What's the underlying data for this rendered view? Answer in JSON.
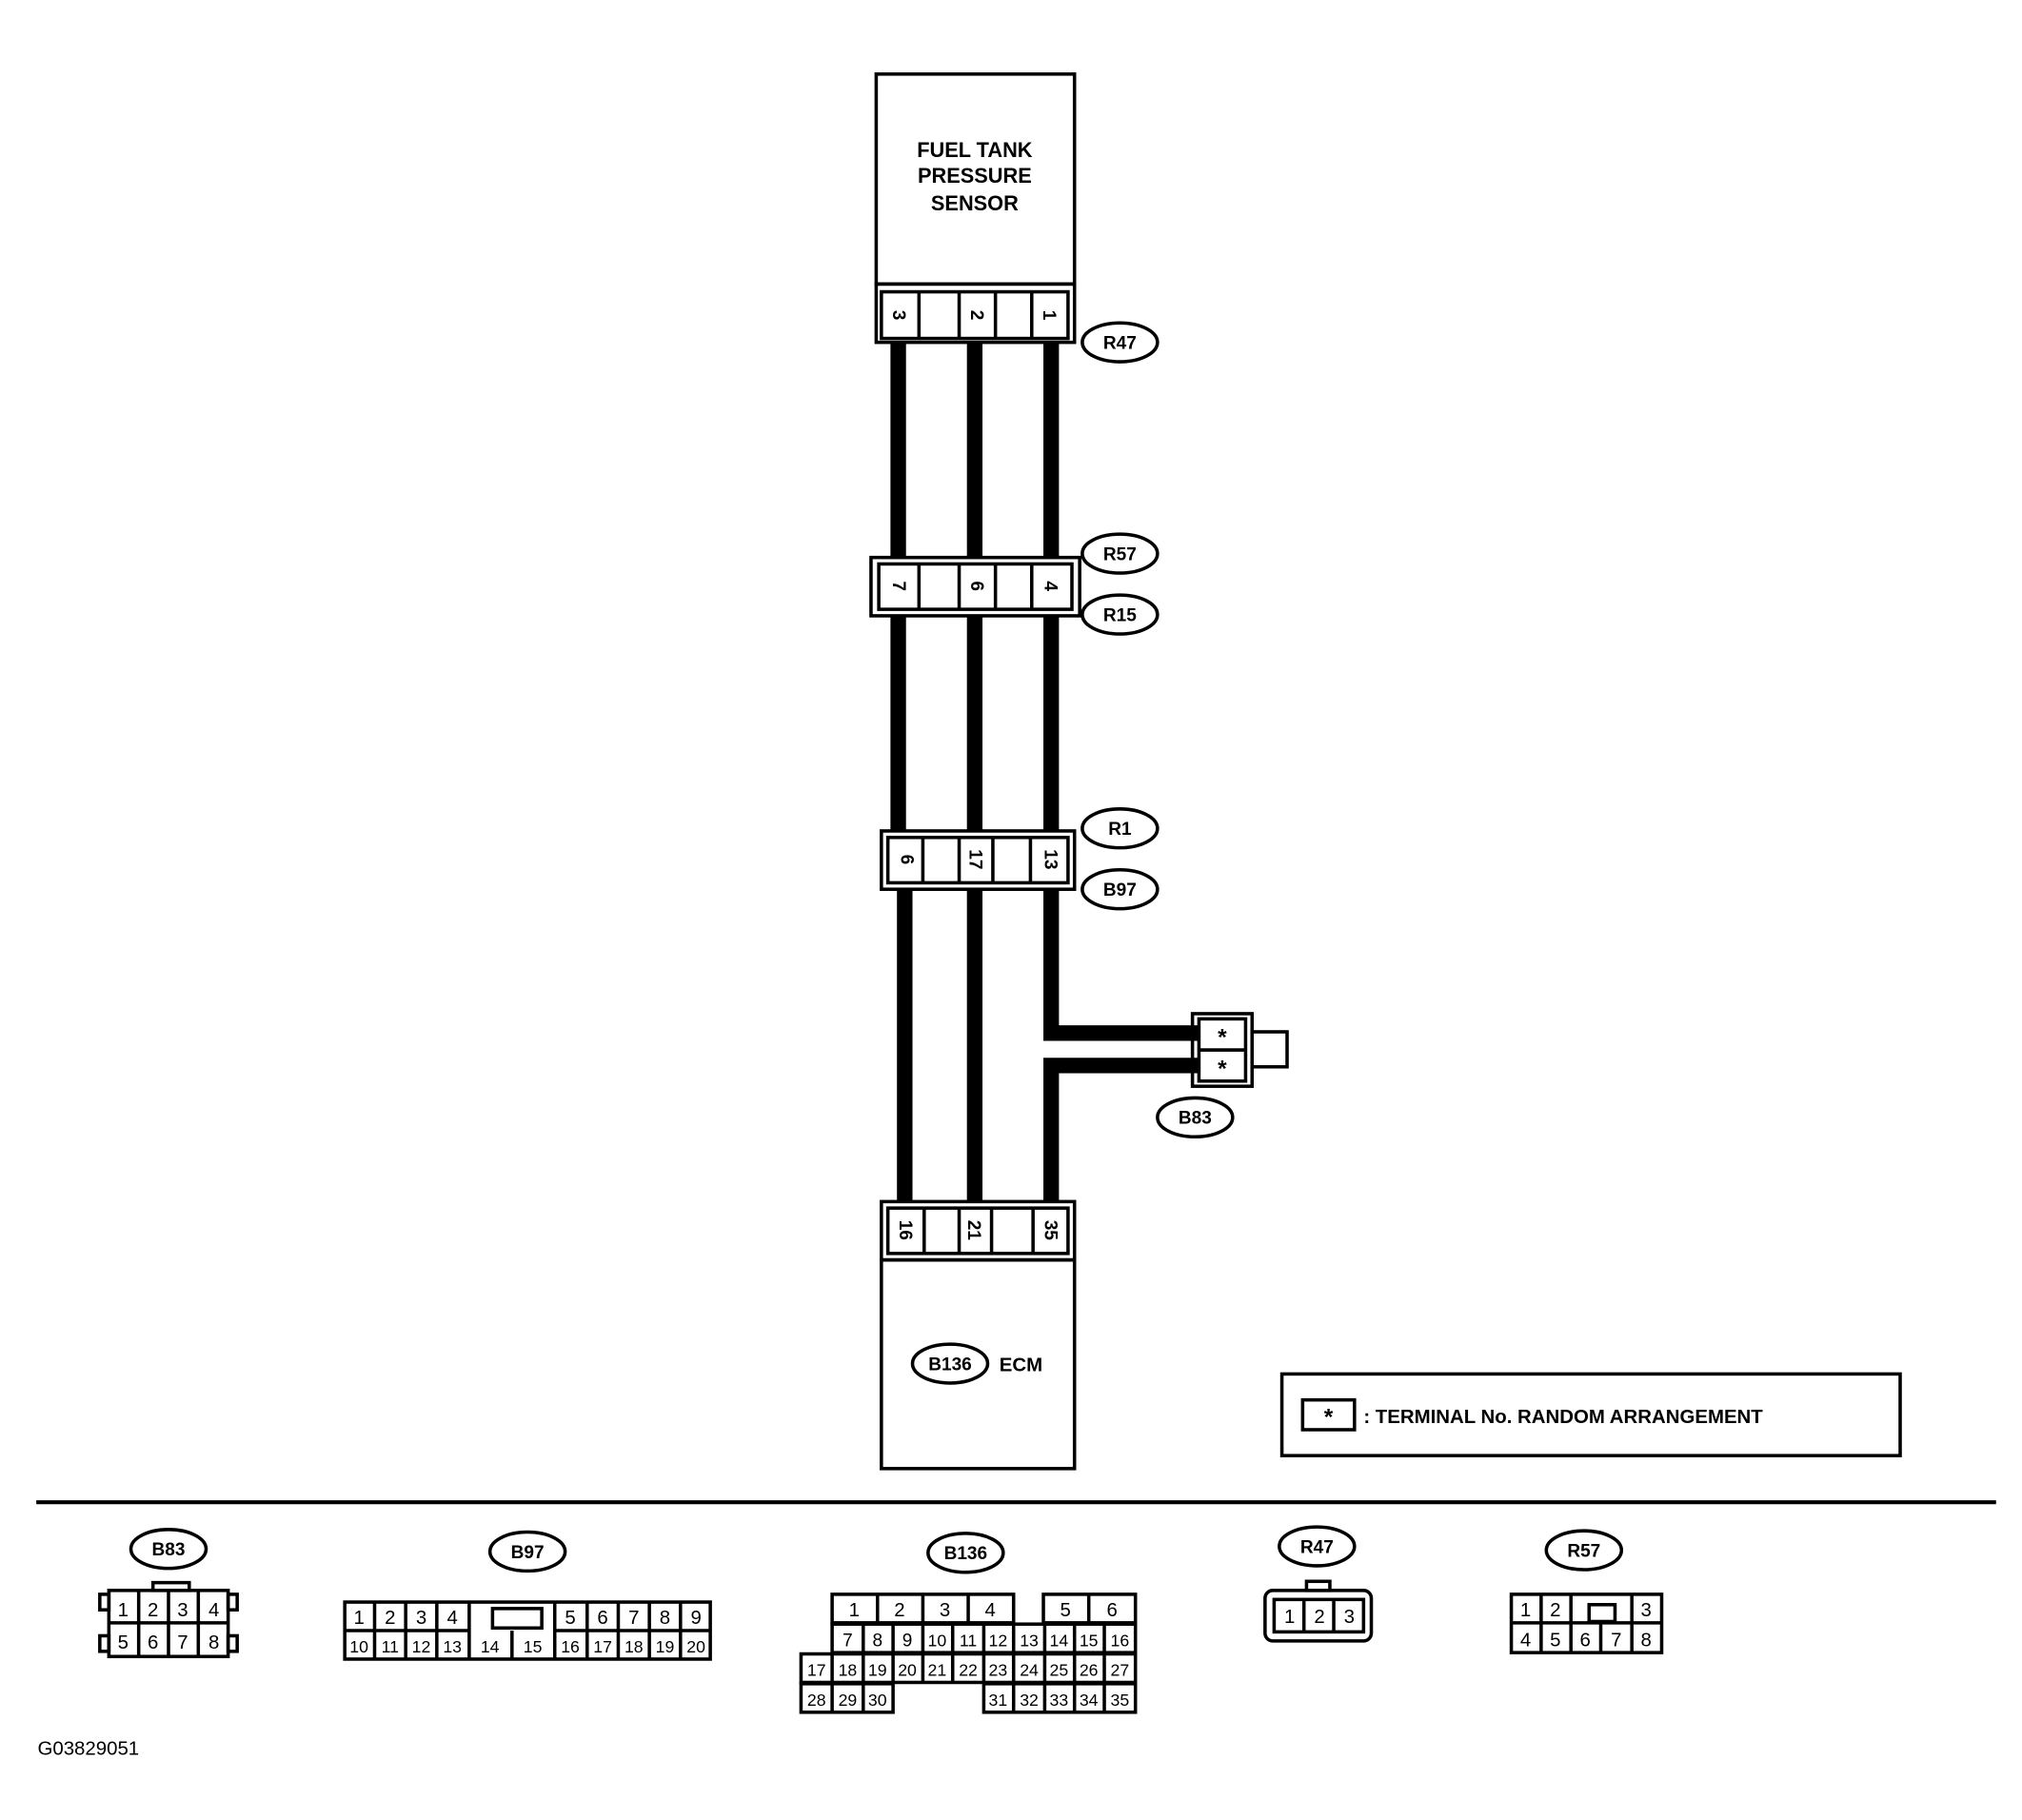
{
  "sensor": {
    "line1": "FUEL TANK",
    "line2": "PRESSURE",
    "line3": "SENSOR"
  },
  "connectors": {
    "r47": {
      "label": "R47",
      "pins": [
        "3",
        "2",
        "1"
      ]
    },
    "r57": {
      "label": "R57",
      "pins": [
        "7",
        "6",
        "4"
      ]
    },
    "r15": {
      "label": "R15"
    },
    "r1": {
      "label": "R1",
      "pins": [
        "6",
        "17",
        "13"
      ]
    },
    "b97": {
      "label": "B97"
    },
    "b83": {
      "label": "B83",
      "pins": [
        "*",
        "*"
      ]
    },
    "b136": {
      "label": "B136",
      "pins": [
        "16",
        "21",
        "35"
      ]
    }
  },
  "ecm": {
    "label": "ECM"
  },
  "legend": {
    "symbol": "*",
    "text": ": TERMINAL No. RANDOM ARRANGEMENT"
  },
  "views": {
    "b83": {
      "label": "B83",
      "row1": [
        "1",
        "2",
        "3",
        "4"
      ],
      "row2": [
        "5",
        "6",
        "7",
        "8"
      ]
    },
    "b97": {
      "label": "B97",
      "row1": [
        "1",
        "2",
        "3",
        "4",
        "5",
        "6",
        "7",
        "8",
        "9"
      ],
      "row2": [
        "10",
        "11",
        "12",
        "13",
        "14",
        "15",
        "16",
        "17",
        "18",
        "19",
        "20"
      ]
    },
    "b136": {
      "label": "B136",
      "row1": [
        "1",
        "2",
        "3",
        "4",
        "5",
        "6"
      ],
      "row2": [
        "7",
        "8",
        "9",
        "10",
        "11",
        "12",
        "13",
        "14",
        "15",
        "16"
      ],
      "row3": [
        "17",
        "18",
        "19",
        "20",
        "21",
        "22",
        "23",
        "24",
        "25",
        "26",
        "27"
      ],
      "row4": [
        "28",
        "29",
        "30",
        "31",
        "32",
        "33",
        "34",
        "35"
      ]
    },
    "r47": {
      "label": "R47",
      "row1": [
        "1",
        "2",
        "3"
      ]
    },
    "r57": {
      "label": "R57",
      "row1": [
        "1",
        "2",
        "3"
      ],
      "row2": [
        "4",
        "5",
        "6",
        "7",
        "8"
      ]
    }
  },
  "figure_id": "G03829051"
}
